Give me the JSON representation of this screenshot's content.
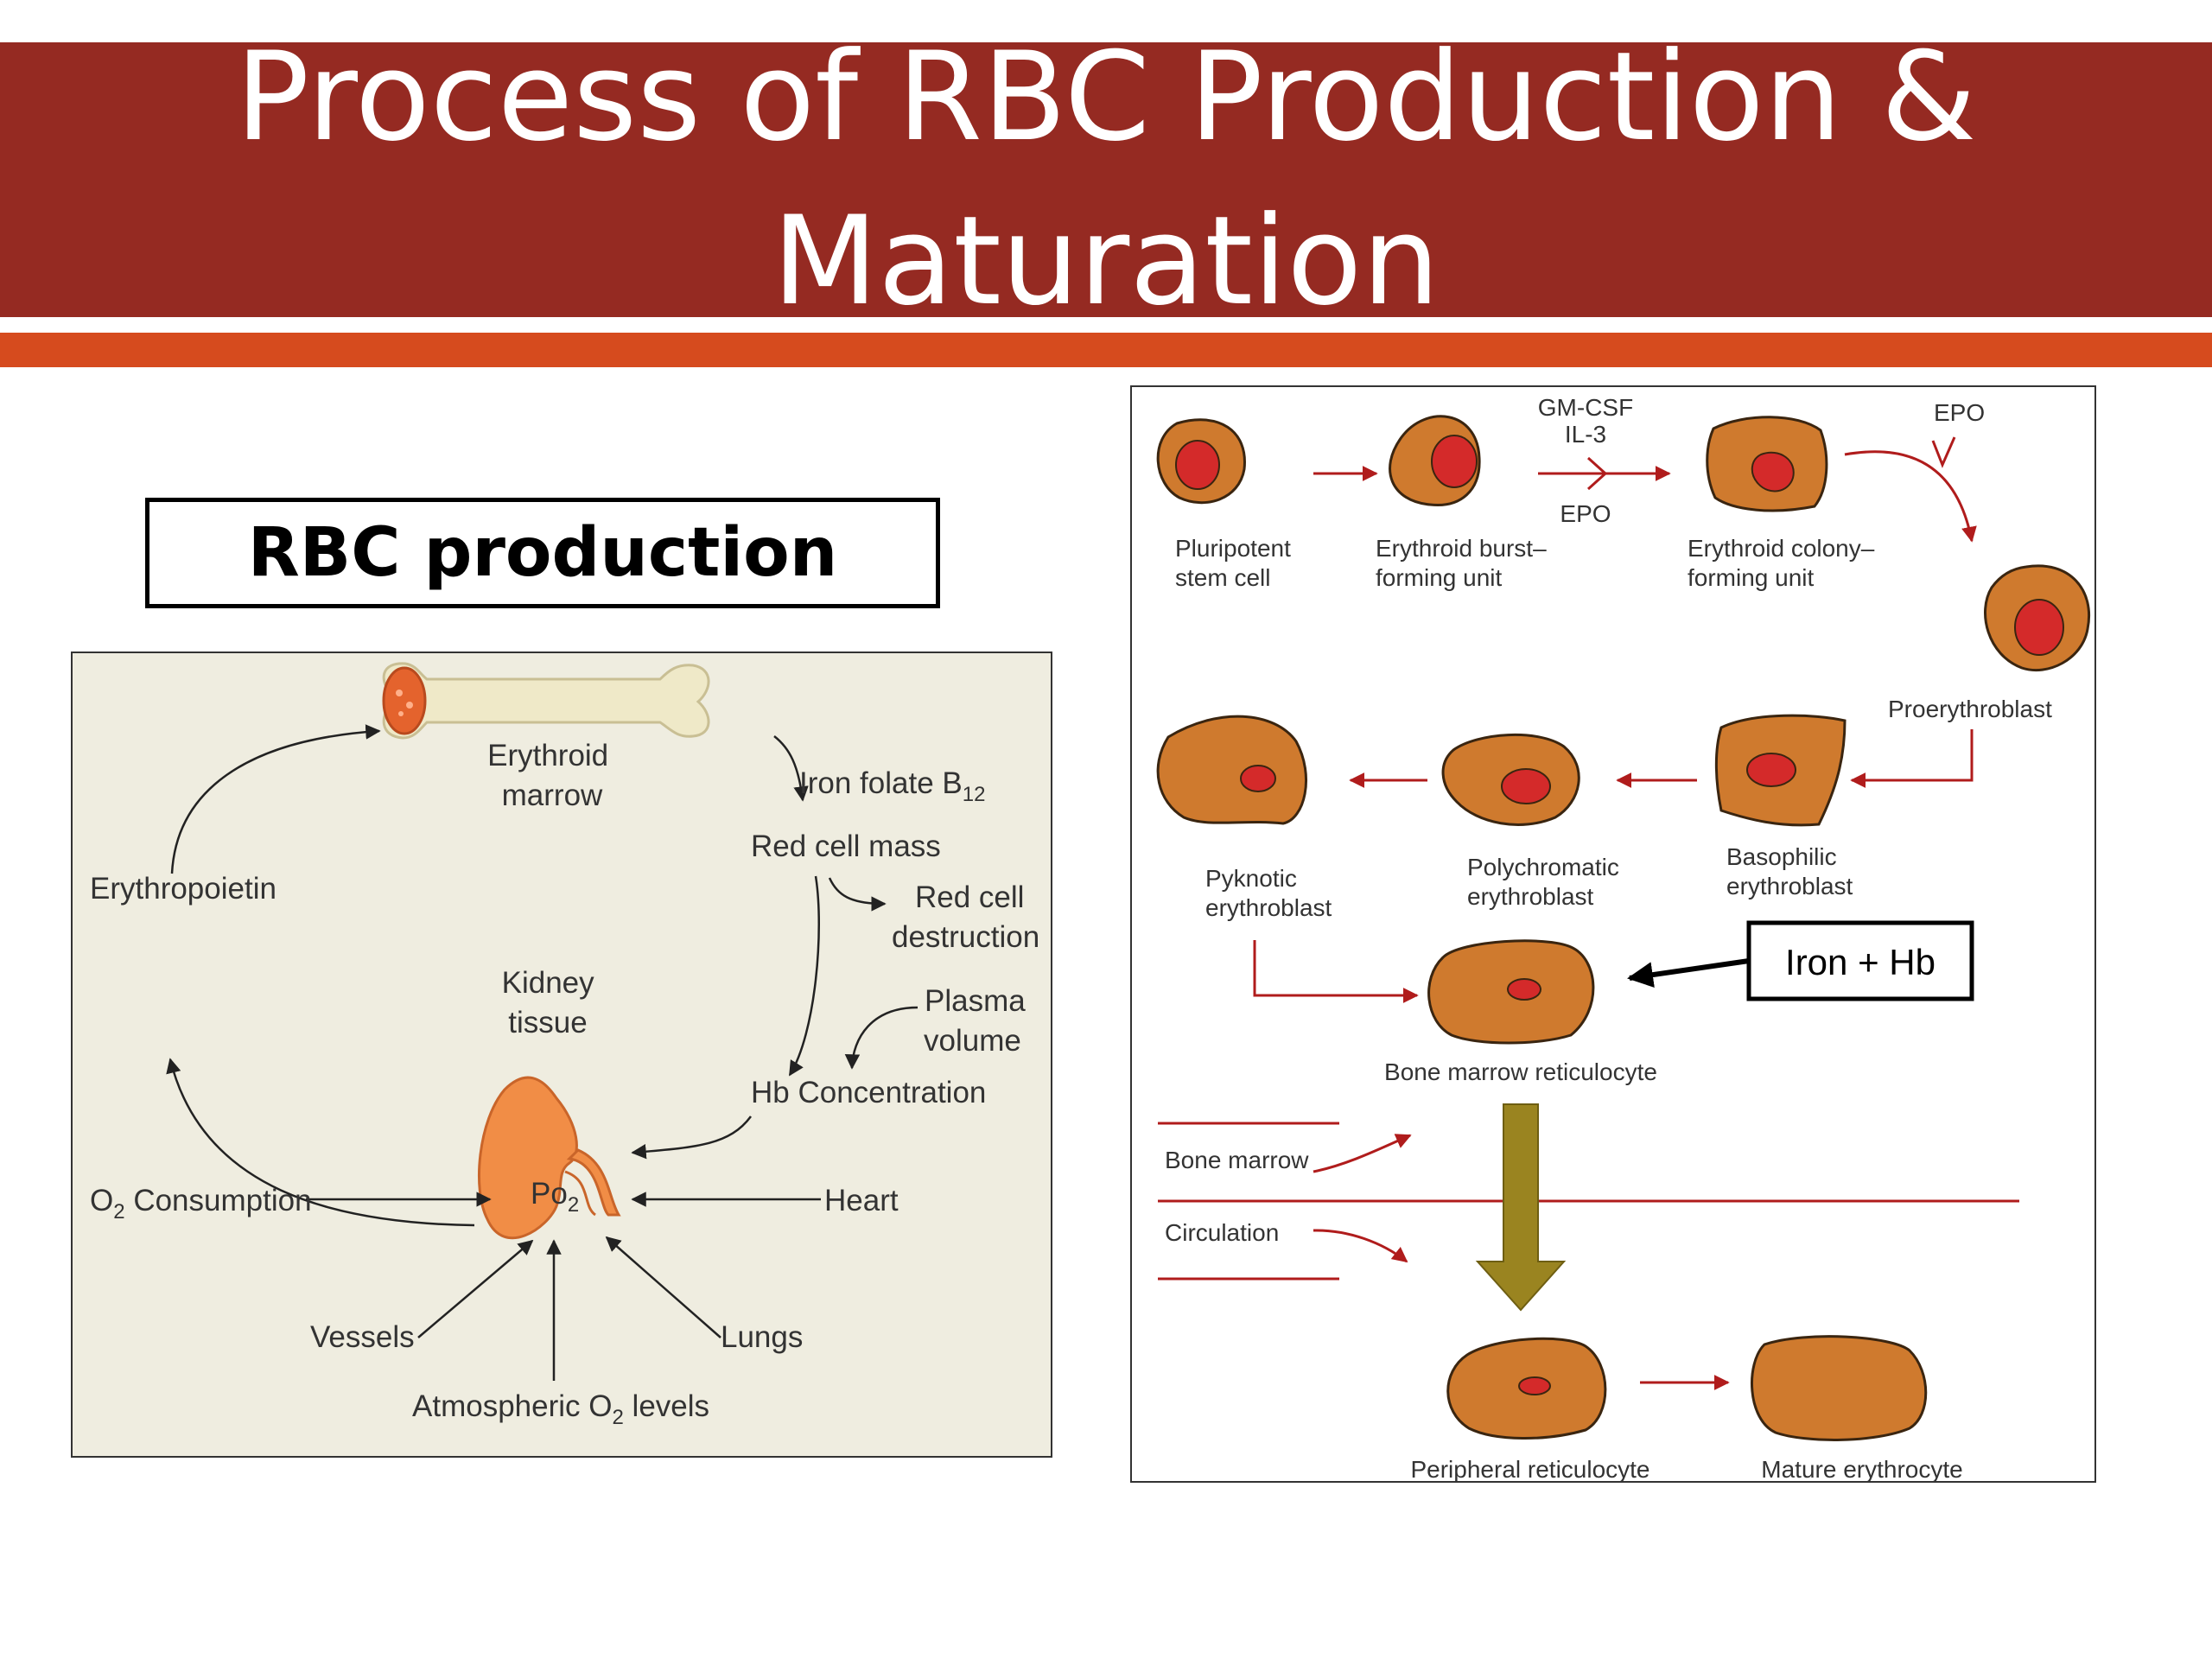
{
  "slide": {
    "title_line1": "Process of RBC Production &",
    "title_line2": "Maturation",
    "section_label": "RBC production",
    "colors": {
      "title_band": "#952a22",
      "accent_band": "#d64b1e",
      "cell_body": "#cf7a2e",
      "nucleus": "#d42a2a",
      "arrow_red": "#b01c1c",
      "down_arrow": "#9a8420"
    }
  },
  "left_diagram": {
    "erythroid_marrow": [
      "Erythroid",
      "marrow"
    ],
    "iron_folate": "Iron folate B",
    "iron_folate_sub": "12",
    "red_cell_mass": "Red cell mass",
    "red_cell_destruction": [
      "Red cell",
      "destruction"
    ],
    "erythropoietin": "Erythropoietin",
    "plasma_volume": [
      "Plasma",
      "volume"
    ],
    "kidney_tissue": [
      "Kidney",
      "tissue"
    ],
    "hb_concentration": "Hb Concentration",
    "o2_consumption": {
      "pre": "O",
      "sub": "2",
      "post": " Consumption"
    },
    "po2": {
      "pre": "Po",
      "sub": "2"
    },
    "heart": "Heart",
    "vessels": "Vessels",
    "lungs": "Lungs",
    "atmospheric": {
      "pre": "Atmospheric O",
      "sub": "2",
      "post": " levels"
    }
  },
  "right_diagram": {
    "pluripotent": [
      "Pluripotent",
      "stem cell"
    ],
    "burst": [
      "Erythroid burst–",
      "forming unit"
    ],
    "colony": [
      "Erythroid colony–",
      "forming unit"
    ],
    "gmcsf": "GM-CSF",
    "il3": "IL-3",
    "epo_bottom": "EPO",
    "epo_top": "EPO",
    "proerythroblast": "Proerythroblast",
    "basophilic": [
      "Basophilic",
      "erythroblast"
    ],
    "polychromatic": [
      "Polychromatic",
      "erythroblast"
    ],
    "pyknotic": [
      "Pyknotic",
      "erythroblast"
    ],
    "iron_hb": "Iron + Hb",
    "bm_reticulocyte": "Bone marrow reticulocyte",
    "bone_marrow": "Bone marrow",
    "circulation": "Circulation",
    "peripheral": "Peripheral reticulocyte",
    "mature": "Mature erythrocyte"
  }
}
